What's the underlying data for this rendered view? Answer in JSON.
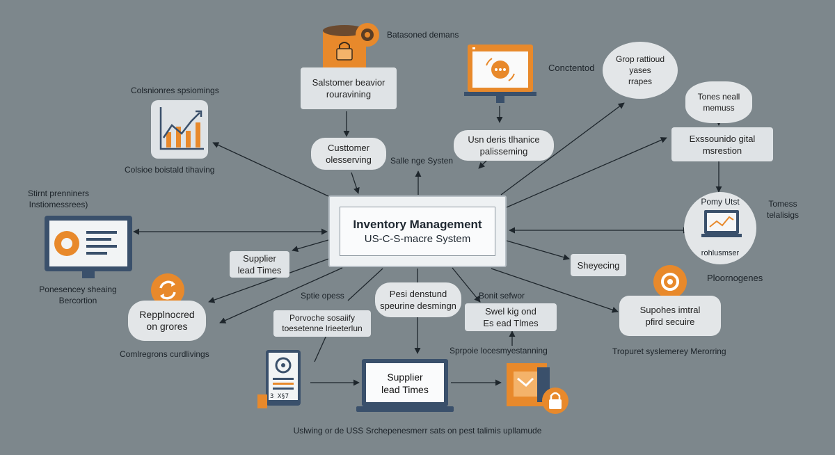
{
  "central": {
    "title": "Inventory Management",
    "subtitle": "US-C-S-macre System"
  },
  "nodes": {
    "top_cylinder_label": "Batasoned demans",
    "customer_behavior": "Salstomer beavior\nrouravining",
    "monitor_top_label": "Conctentod",
    "group_bubble": "Grop rattioud\nyases\nrrapes",
    "chart_label_top": "Colsnionres spsiomings",
    "chart_label_bottom": "Colsioe boistald tihaving",
    "customer_pill": "Custtomer\nolesserving",
    "sale_system": "Salle nge Systen",
    "usn_pill": "Usn deris tlhanice\npalisseming",
    "tones_bubble": "Tones neall\nmemuss",
    "essounido": "Exssounido gital\nmsrestion",
    "laptop_right_label": "Pomy Utst",
    "laptop_right_caption": "rohlusmser",
    "tomess_label": "Tomess\ntelalisigs",
    "left_monitor_label": "Stirnt prenniners\nInstiomessrees)",
    "left_monitor_caption": "Ponesencey sheaing\nBercortion",
    "supplier_pill": "Supplier\nlead Times",
    "shoyecing": "Sheyecing",
    "ploornogenes": "Ploornogenes",
    "replocred": "Repplnocred\non grores",
    "sptie_label": "Sptie opess",
    "porvoche": "Porvoche sosaiify\ntoesetenne lrieeterlun",
    "pesi_pill": "Pesi denstund\nspeurine desmingn",
    "bonit_label": "Bonit sefwor",
    "swel_box": "Swel kig ond\nEs ead Tlmes",
    "suppohes": "Supohes imtral\npfird secuire",
    "comregrons": "Comlregrons curdlivings",
    "troporet": "Tropuret syslemerey Merorring",
    "sprpoie": "Sprpoie locesmyestanning",
    "laptop_center": "Supplier\nlead Times",
    "device_text": "3 X§7",
    "footer": "Uslwing or de USS Srchepenesmerr sats on pest talimis upllamude"
  },
  "colors": {
    "background": "#7d878c",
    "accent": "#e8892b",
    "navy": "#3a506b",
    "node": "#dfe3e6"
  },
  "icons": [
    "database-icon",
    "gear-icon",
    "chart-icon",
    "monitor-icon",
    "laptop-icon",
    "tablet-icon",
    "box-icon",
    "lock-icon",
    "sync-icon"
  ]
}
